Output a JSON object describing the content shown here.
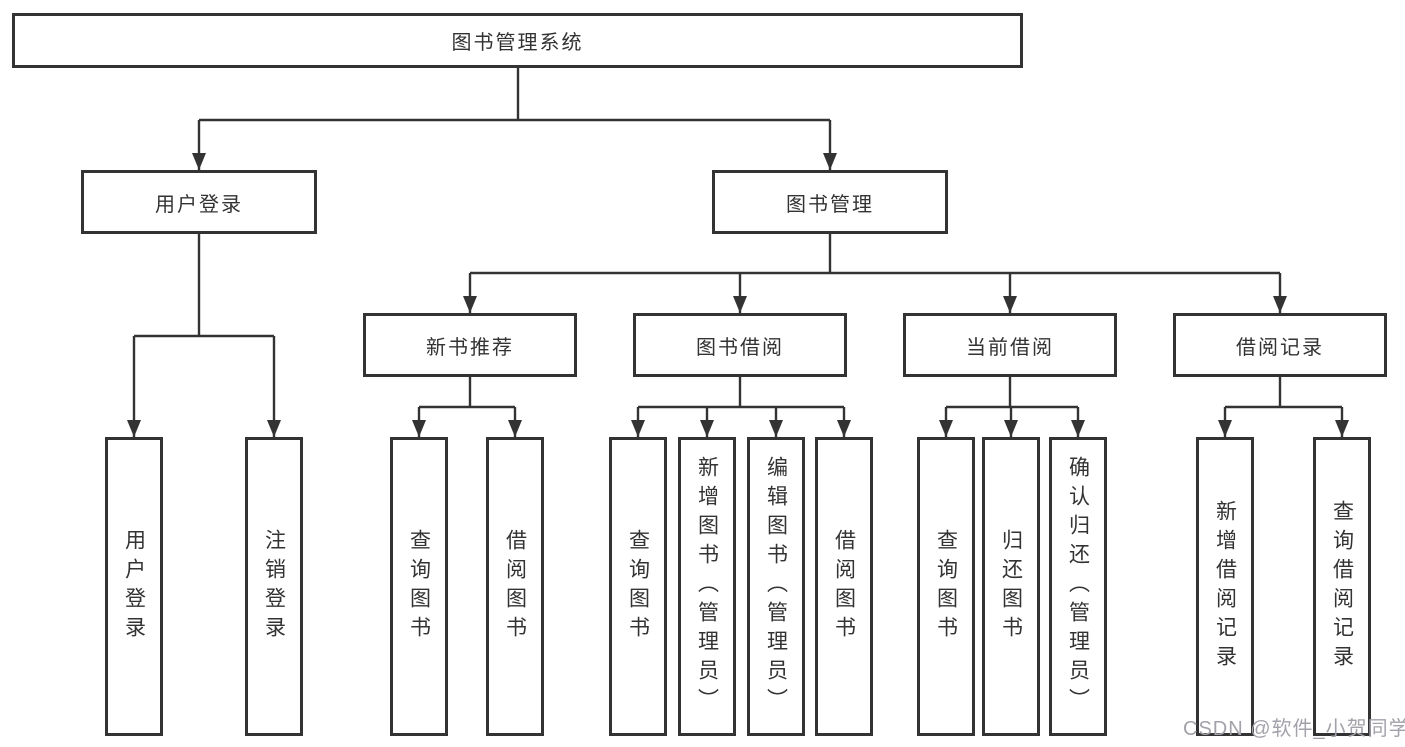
{
  "diagram": {
    "root": "图书管理系统",
    "branches": {
      "user_login": "用户登录",
      "book_management": "图书管理"
    },
    "modules": {
      "new_book_recommend": "新书推荐",
      "book_borrow": "图书借阅",
      "current_borrow": "当前借阅",
      "borrow_records": "借阅记录"
    },
    "functions": {
      "user_login": "用户登录",
      "logout": "注销登录",
      "query_books_newrec": "查询图书",
      "borrow_books_newrec": "借阅图书",
      "query_books_borrow": "查询图书",
      "add_book_admin": "新增图书（管理员）",
      "edit_book_admin": "编辑图书（管理员）",
      "borrow_books_borrow": "借阅图书",
      "query_books_current": "查询图书",
      "return_book": "归还图书",
      "confirm_return_admin": "确认归还（管理员）",
      "add_borrow_record": "新增借阅记录",
      "query_borrow_record": "查询借阅记录"
    }
  },
  "watermark": "CSDN @软件_小贺同学",
  "colors": {
    "line": "#333333",
    "text": "#333333",
    "watermark": "#a2a2aa",
    "background": "#ffffff"
  }
}
